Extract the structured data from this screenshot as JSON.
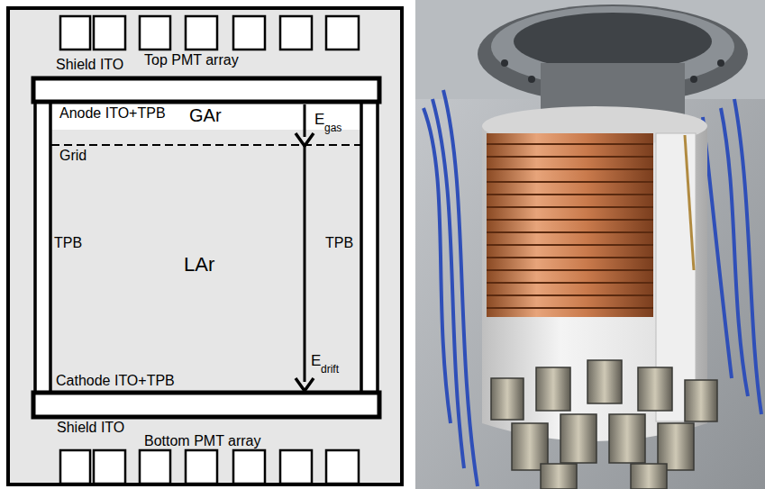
{
  "diagram": {
    "labels": [
      "Shield ITO",
      "Top PMT array",
      "Anode ITO+TPB",
      "GAr",
      "E",
      "gas",
      "Grid",
      "TPB",
      "LAr",
      "TPB",
      "E",
      "drift",
      "Cathode ITO+TPB",
      "Shield ITO",
      "Bottom PMT array"
    ]
  }
}
